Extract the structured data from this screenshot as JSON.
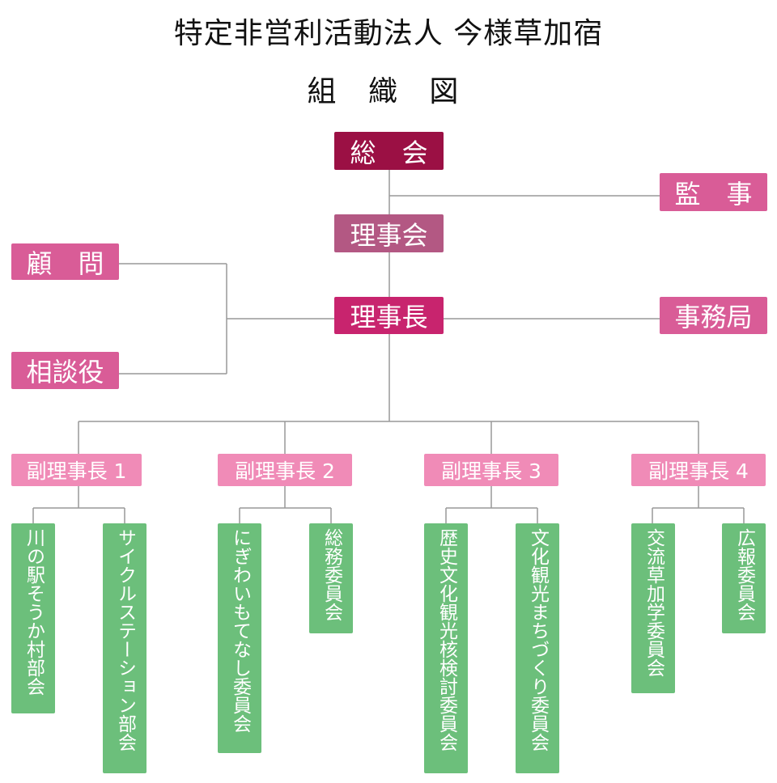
{
  "title": "特定非営利活動法人 今様草加宿",
  "subtitle": "組 織 図",
  "nodes": {
    "general_meeting": "総　会",
    "auditor": "監　事",
    "board": "理事会",
    "chairman": "理事長",
    "adviser": "顧　問",
    "counselor": "相談役",
    "secretariat": "事務局",
    "vice1": "副理事長 1",
    "vice2": "副理事長 2",
    "vice3": "副理事長 3",
    "vice4": "副理事長 4",
    "c1a": "川の駅そうか村部会",
    "c1b": "サイクルステーション部会",
    "c2a": "にぎわいもてなし委員会",
    "c2b": "総務委員会",
    "c3a": "歴史文化観光核検討委員会",
    "c3b": "文化観光まちづくり委員会",
    "c4a": "交流草加学委員会",
    "c4b": "広報委員会"
  },
  "colors": {
    "general_meeting": "#9b1044",
    "board": "#b35883",
    "chairman": "#c8246e",
    "side_roles": "#d95c97",
    "vice_chairs": "#f08bb7",
    "committees": "#6cbf7b",
    "connector": "#999999"
  }
}
